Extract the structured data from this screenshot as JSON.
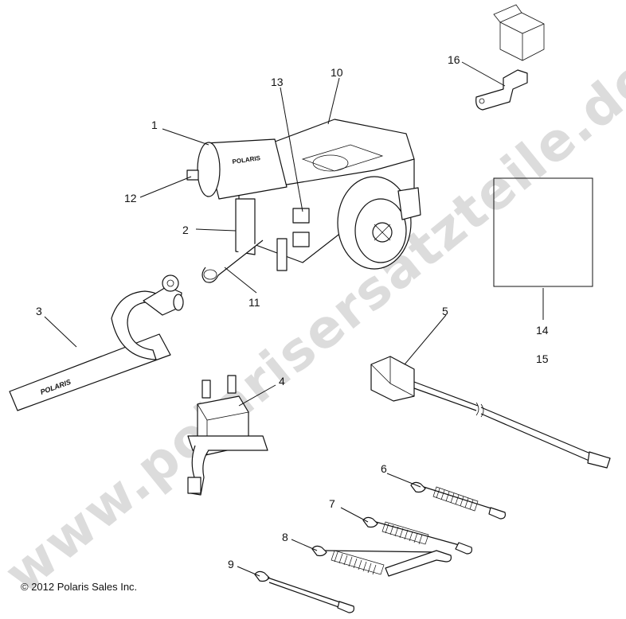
{
  "watermark": "www.polarisersatzteile.de",
  "copyright": "© 2012 Polaris Sales Inc.",
  "strap_text": "POLARIS",
  "motor_text": "POLARIS",
  "callouts": {
    "c1": "1",
    "c2": "2",
    "c3": "3",
    "c4": "4",
    "c5": "5",
    "c6": "6",
    "c7": "7",
    "c8": "8",
    "c9": "9",
    "c10": "10",
    "c11": "11",
    "c12": "12",
    "c13": "13",
    "c14": "14",
    "c15": "15",
    "c16": "16"
  }
}
